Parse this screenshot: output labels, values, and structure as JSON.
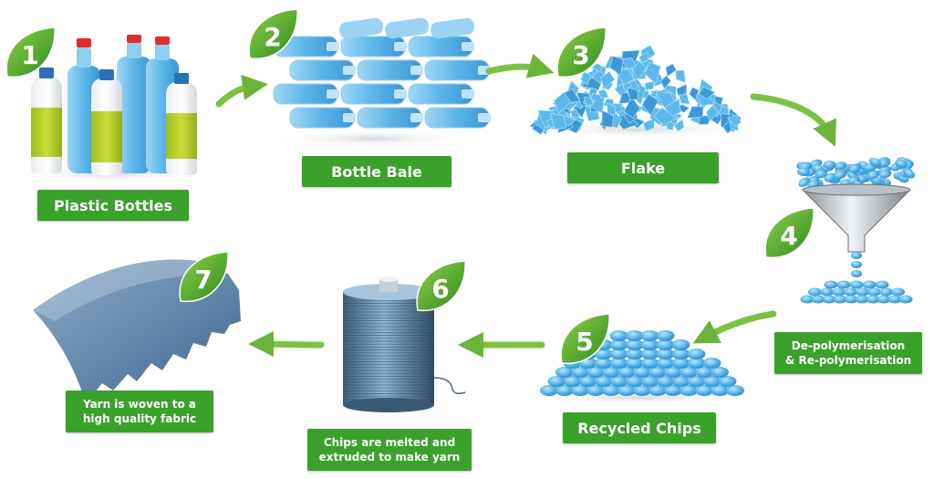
{
  "steps": [
    {
      "number": "1",
      "label": "Plastic Bottles"
    },
    {
      "number": "2",
      "label": "Bottle Bale"
    },
    {
      "number": "3",
      "label": "Flake"
    },
    {
      "number": "4",
      "label": "De-polymerisation\n& Re-polymerisation"
    },
    {
      "number": "5",
      "label": "Recycled Chips"
    },
    {
      "number": "6",
      "label": "Chips are melted and\nextruded to make yarn"
    },
    {
      "number": "7",
      "label": "Yarn is woven to  a\nhigh quality fabric"
    }
  ],
  "colors": {
    "label_green": "#3aa12b",
    "leaf_green": "#4caf2a",
    "arrow_green": "#7cc242",
    "plastic_blue": "#5ab4e6",
    "bottle_yellow": "#b5cc2a",
    "cap_red": "#e02e2e",
    "fabric_blue": "#6f8fb0"
  },
  "icons": [
    "bottle-icon",
    "bale-icon",
    "flake-icon",
    "funnel-icon",
    "chips-icon",
    "yarn-spool-icon",
    "fabric-icon",
    "leaf-icon",
    "arrow-icon"
  ]
}
